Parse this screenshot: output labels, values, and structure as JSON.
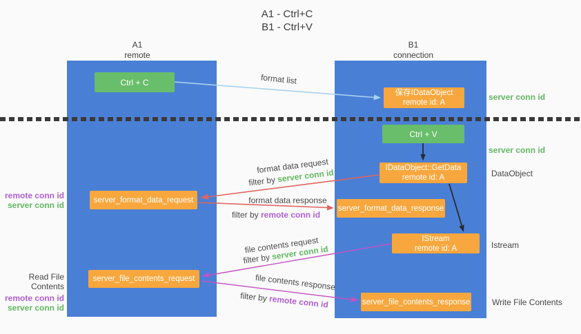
{
  "title": {
    "line1": "A1 - Ctrl+C",
    "line2": "B1 - Ctrl+V"
  },
  "lanes": {
    "left": {
      "title": "A1",
      "subtitle": "remote"
    },
    "right": {
      "title": "B1",
      "subtitle": "connection"
    }
  },
  "nodes": {
    "ctrl_c": {
      "label": "Ctrl + C"
    },
    "save_idataobject": {
      "line1": "保存IDataObject",
      "line2": "remote id: A"
    },
    "ctrl_v": {
      "label": "Ctrl + V"
    },
    "getdata": {
      "line1": "IDataObject::GetData",
      "line2": "remote id: A"
    },
    "istream": {
      "line1": "IStream",
      "line2": "remote id: A"
    },
    "server_format_data_request": {
      "label": "server_format_data_request"
    },
    "server_format_data_response": {
      "label": "server_format_data_response"
    },
    "server_file_contents_request": {
      "label": "server_file_contents_request"
    },
    "server_file_contents_response": {
      "label": "server_file_contents_response"
    }
  },
  "flow_labels": {
    "format_list": "format list",
    "format_data_request": "format data request",
    "format_data_response": "format data response",
    "file_contents_request": "file contents request",
    "file_contents_response": "file contents response",
    "filter_by": "filter by",
    "server_conn_id": "server conn id",
    "remote_conn_id": "remote conn id"
  },
  "side_labels": {
    "server_conn_id": "server conn id",
    "remote_conn_id": "remote conn id",
    "dataobject": "DataObject",
    "istream": "Istream",
    "read_file_contents": "Read File Contents",
    "write_file_contents": "Write File Contents"
  },
  "colors": {
    "lane-blue": "#4a7fd6",
    "box-green": "#68be6a",
    "box-orange": "#f7a73d",
    "arrow-red": "#e0655e",
    "arrow-magenta": "#c353c3",
    "arrow-blue": "#a8d2f0",
    "arrow-black": "#2b2b2b",
    "text-green": "#62b862",
    "text-purple": "#ae5fd0"
  }
}
